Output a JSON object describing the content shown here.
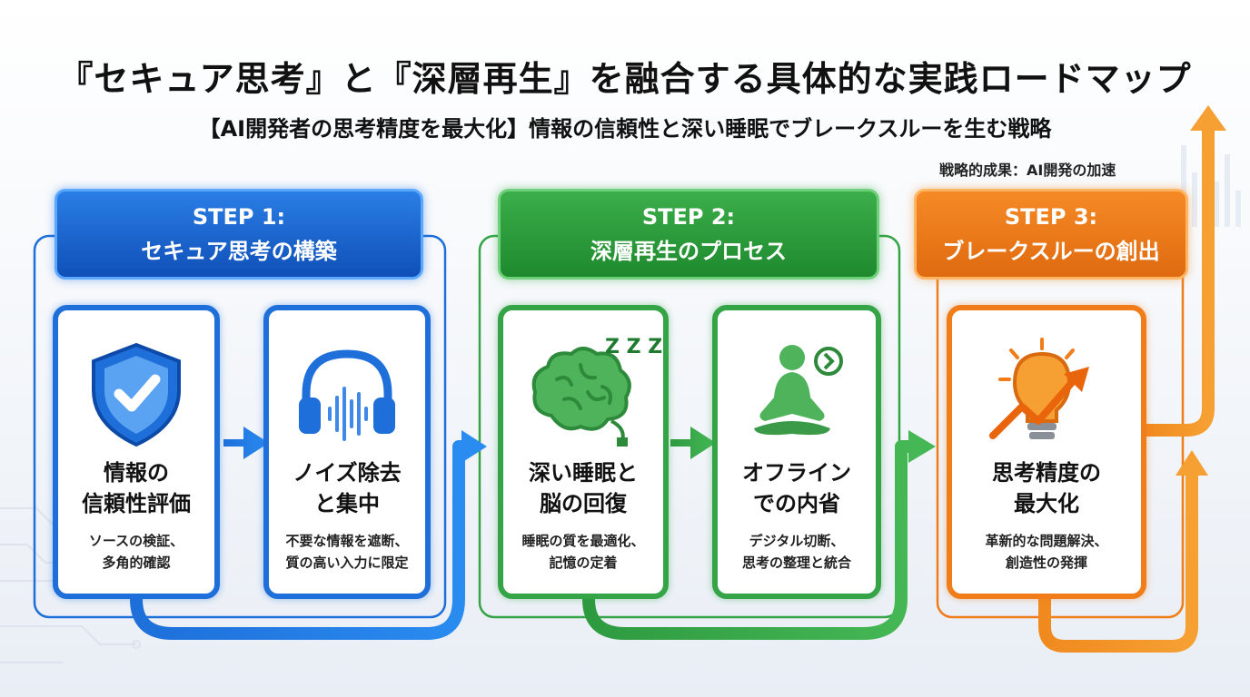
{
  "title": "『セキュア思考』と『深層再生』を融合する具体的な実践ロードマップ",
  "subtitle": "【AI開発者の思考精度を最大化】情報の信頼性と深い睡眠でブレークスルーを生む戦略",
  "outcome_label": "戦略的成果：AI開発の加速",
  "colors": {
    "blue": "#1e6fd9",
    "green": "#34a447",
    "orange": "#f07d1a"
  },
  "steps": [
    {
      "label": "STEP 1:",
      "name": "セキュア思考の構築",
      "cards": [
        {
          "icon": "shield-check-icon",
          "title_1": "情報の",
          "title_2": "信頼性評価",
          "desc_1": "ソースの検証、",
          "desc_2": "多角的確認"
        },
        {
          "icon": "headphones-icon",
          "title_1": "ノイズ除去",
          "title_2": "と集中",
          "desc_1": "不要な情報を遮断、",
          "desc_2": "質の高い入力に限定"
        }
      ]
    },
    {
      "label": "STEP 2:",
      "name": "深層再生のプロセス",
      "cards": [
        {
          "icon": "sleeping-brain-icon",
          "zzz": "Z Z Z",
          "title_1": "深い睡眠と",
          "title_2": "脳の回復",
          "desc_1": "睡眠の質を最適化、",
          "desc_2": "記憶の定着"
        },
        {
          "icon": "meditation-icon",
          "title_1": "オフライン",
          "title_2": "での内省",
          "desc_1": "デジタル切断、",
          "desc_2": "思考の整理と統合"
        }
      ]
    },
    {
      "label": "STEP 3:",
      "name": "ブレークスルーの創出",
      "cards": [
        {
          "icon": "lightbulb-growth-icon",
          "title_1": "思考精度の",
          "title_2": "最大化",
          "desc_1": "革新的な問題解決、",
          "desc_2": "創造性の発揮"
        }
      ]
    }
  ]
}
